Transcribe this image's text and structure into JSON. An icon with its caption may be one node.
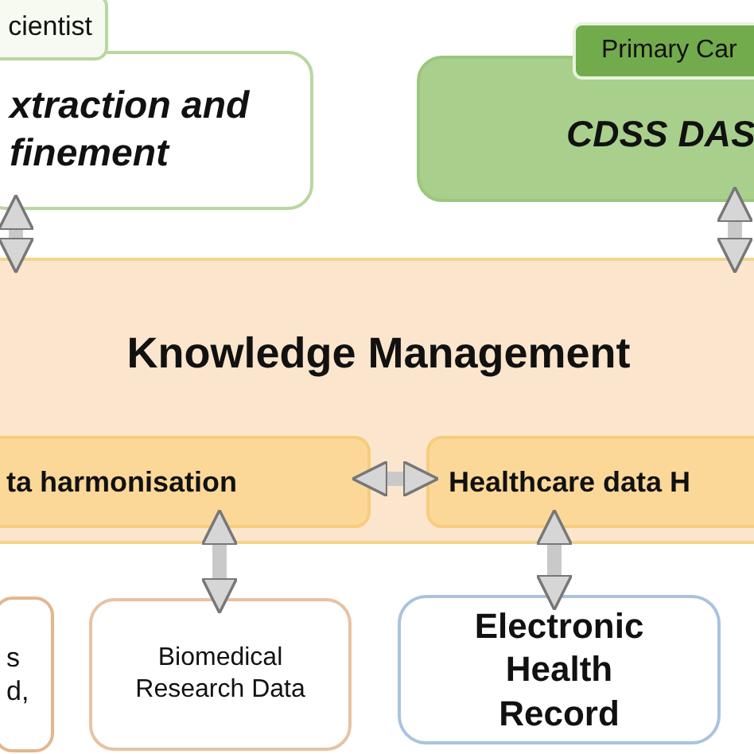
{
  "diagram": {
    "nodes": [
      {
        "text": [
          "cientist"
        ]
      },
      {
        "text": [
          "xtraction and finement"
        ]
      },
      {
        "text": [
          "Primary Car"
        ]
      },
      {
        "text": [
          "CDSS DAS"
        ]
      },
      {
        "text": [
          "Knowledge Management"
        ]
      },
      {
        "text": [
          "ta harmonisation"
        ],
        "in": 4
      },
      {
        "text": [
          "Healthcare data H"
        ],
        "in": 4
      },
      {
        "text": [
          "s d,"
        ]
      },
      {
        "text": [
          "Biomedical Research Data"
        ]
      },
      {
        "text": [
          "Electronic Health Record"
        ]
      }
    ],
    "edges": [
      {
        "from": 1,
        "to": 4,
        "arrow": "both"
      },
      {
        "from": 3,
        "to": 4,
        "arrow": "both"
      },
      {
        "from": 5,
        "to": 6,
        "arrow": "both"
      },
      {
        "from": 5,
        "to": 8,
        "arrow": "both"
      },
      {
        "from": 6,
        "to": 9,
        "arrow": "both"
      }
    ]
  }
}
